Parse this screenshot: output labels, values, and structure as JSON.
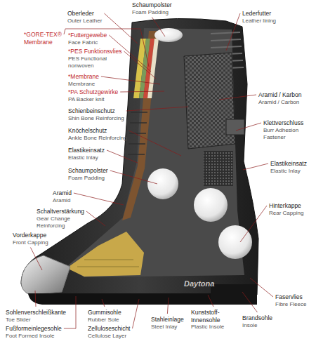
{
  "diagram": {
    "labels": [
      "Schaumpolster",
      "Foam Padding",
      "Oberleder",
      "Outer Leather",
      "Lederfutter",
      "Leather lining",
      "*GORE-TEX® Membrane",
      "*Futtergewebe",
      "Face Fabric",
      "*PES Funktionsvlies",
      "PES Functional nonwoven",
      "*Membrane",
      "Membrane",
      "*PA Schutzgewirke",
      "PA Backer knit",
      "Aramid / Karbon",
      "Aramid / Carbon",
      "Schienbeinschutz",
      "Shin Bone Reinforcing",
      "Knöchelschutz",
      "Ankle Bone Reinforcing",
      "Klettverschluss",
      "Burr Adhesion Fastener",
      "Elastikeinsatz",
      "Elastic Inlay",
      "Elastikeinsatz",
      "Elastic Inlay",
      "Schaumpolster",
      "Foam Padding",
      "Aramid",
      "Aramid",
      "Hinterkappe",
      "Rear Capping",
      "Schaltverstärkung",
      "Gear Change Reinforcing",
      "Vorderkappe",
      "Front Capping",
      "Faservlies",
      "Fibre Fleece",
      "Sohlenverschleißkante",
      "Toe Slider",
      "Gummisohle",
      "Rubber Sole",
      "Kunststoff-Innensohle",
      "Plastic Insole",
      "Brandsohle",
      "Insole",
      "Stahleinlage",
      "Steel Inlay",
      "Fußformeinlegesohle",
      "Foot Formed Insole",
      "Zelluloseschicht",
      "Cellulose Layer",
      "Daytona"
    ]
  }
}
